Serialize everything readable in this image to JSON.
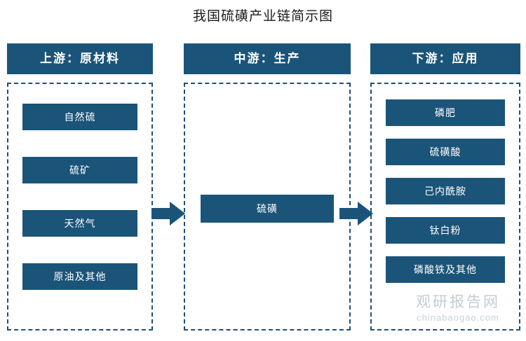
{
  "title": "我国硫磺产业链简示图",
  "columns": [
    {
      "id": "upstream",
      "head": "上游：原材料",
      "items": [
        "自然硫",
        "硫矿",
        "天然气",
        "原油及其他"
      ]
    },
    {
      "id": "midstream",
      "head": "中游：生产",
      "items": [
        "硫磺"
      ]
    },
    {
      "id": "downstream",
      "head": "下游：应用",
      "items": [
        "磷肥",
        "硫磺酸",
        "己内酰胺",
        "钛白粉",
        "磷酸铁及其他"
      ]
    }
  ],
  "arrows": [
    {
      "name": "arrow-upstream-to-midstream"
    },
    {
      "name": "arrow-midstream-to-downstream"
    }
  ],
  "watermark": {
    "top": "观研报告网",
    "bottom": "chinabaogao.com"
  },
  "colors": {
    "box_fill": "#1b5479",
    "dashed_border": "#1f4e79",
    "background": "#ffffff",
    "title_text": "#1a1a1a",
    "box_text": "#ffffff"
  }
}
